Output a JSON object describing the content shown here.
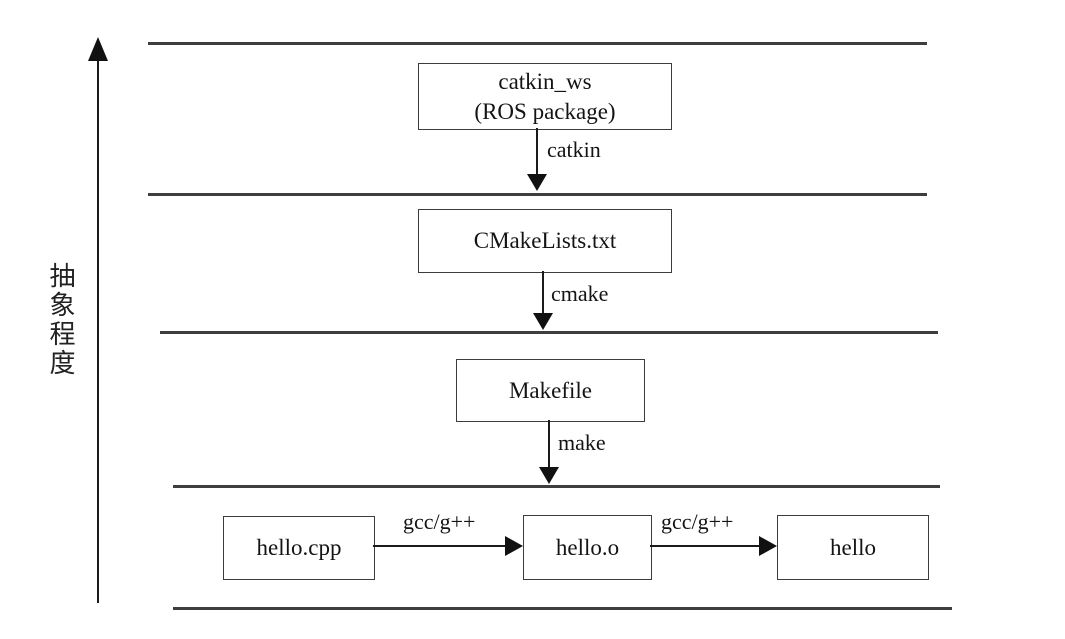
{
  "diagram": {
    "axis": {
      "label": "抽象程度"
    },
    "nodes": {
      "catkin_ws": {
        "line1": "catkin_ws",
        "line2": "(ROS package)"
      },
      "cmakelists": "CMakeLists.txt",
      "makefile": "Makefile",
      "hello_cpp": "hello.cpp",
      "hello_o": "hello.o",
      "hello": "hello"
    },
    "edge_labels": {
      "catkin": "catkin",
      "cmake": "cmake",
      "make": "make",
      "gcc_1": "gcc/g++",
      "gcc_2": "gcc/g++"
    },
    "colors": {
      "line": "#3e3e3e",
      "arrow": "#111111",
      "text": "#141414",
      "background": "#ffffff"
    }
  }
}
